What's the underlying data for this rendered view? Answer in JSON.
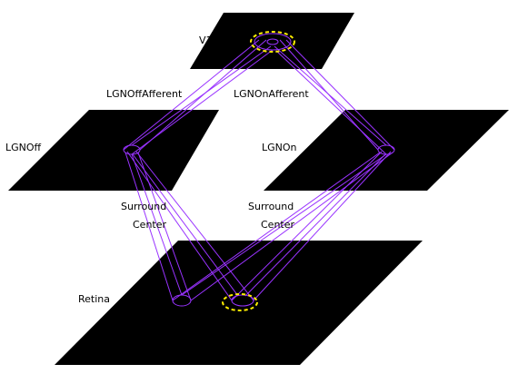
{
  "colors": {
    "sheet": "#000000",
    "connection": "#9933ff",
    "highlight": "#ffee00",
    "background": "#ffffff",
    "text": "#000000"
  },
  "sheets": {
    "v1": "V1",
    "lgn_off": "LGNOff",
    "lgn_on": "LGNOn",
    "retina": "Retina"
  },
  "projections": {
    "lgn_off_afferent": "LGNOffAfferent",
    "lgn_on_afferent": "LGNOnAfferent",
    "off_surround": "Surround",
    "off_center": "Center",
    "on_surround": "Surround",
    "on_center": "Center"
  }
}
